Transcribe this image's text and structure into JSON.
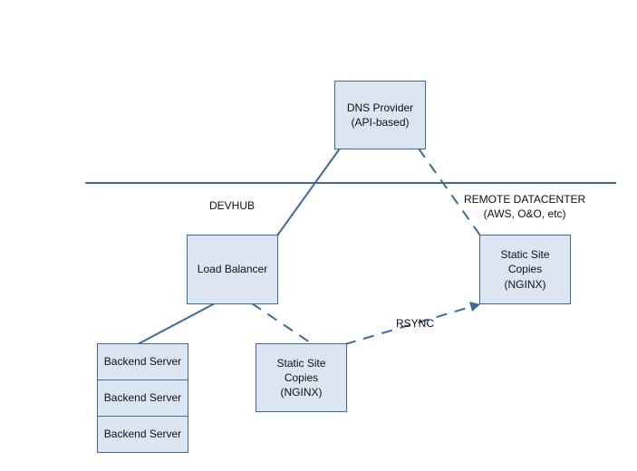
{
  "nodes": {
    "dns_provider": {
      "line1": "DNS Provider",
      "line2": "(API-based)"
    },
    "load_balancer": {
      "label": "Load Balancer"
    },
    "backend_servers": [
      "Backend Server",
      "Backend Server",
      "Backend Server"
    ],
    "static_local": {
      "line1": "Static Site",
      "line2": "Copies",
      "line3": "(NGINX)"
    },
    "static_remote": {
      "line1": "Static Site",
      "line2": "Copies",
      "line3": "(NGINX)"
    }
  },
  "zones": {
    "devhub": "DEVHUB",
    "remote_line1": "REMOTE DATACENTER",
    "remote_line2": "(AWS, O&O, etc)"
  },
  "edges": {
    "rsync": "RSYNC"
  },
  "colors": {
    "box_fill": "#dce6f2",
    "box_border": "#3d6a99",
    "line": "#3d6a99"
  }
}
